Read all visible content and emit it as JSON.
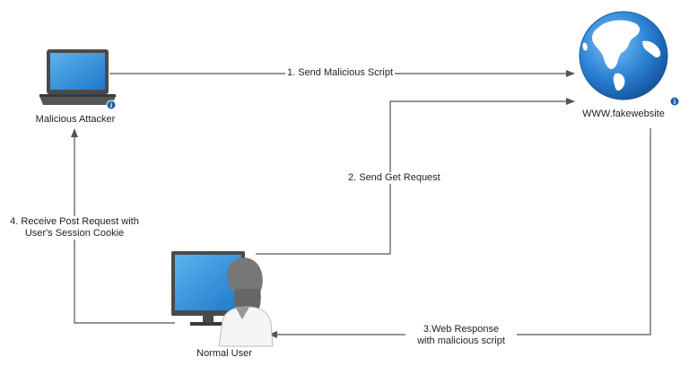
{
  "nodes": {
    "attacker": {
      "label": "Malicious Attacker",
      "icon": "laptop-icon"
    },
    "website": {
      "label": "WWW.fakewebsite",
      "icon": "globe-icon"
    },
    "user": {
      "label": "Normal User",
      "icon": "user-at-computer-icon"
    }
  },
  "edges": {
    "e1": {
      "label": "1. Send Malicious Script"
    },
    "e2": {
      "label": "2. Send Get Request"
    },
    "e3": {
      "line1": "3.Web Response",
      "line2": "with malicious script"
    },
    "e4": {
      "line1": "4. Receive Post Request with",
      "line2": "User's Session Cookie"
    }
  },
  "colors": {
    "line": "#555555",
    "screen": "#2f8fd8",
    "ocean": "#2a7fd2",
    "land": "#ffffff",
    "device": "#4a4a4a",
    "info_badge": "#1f5fa8"
  }
}
